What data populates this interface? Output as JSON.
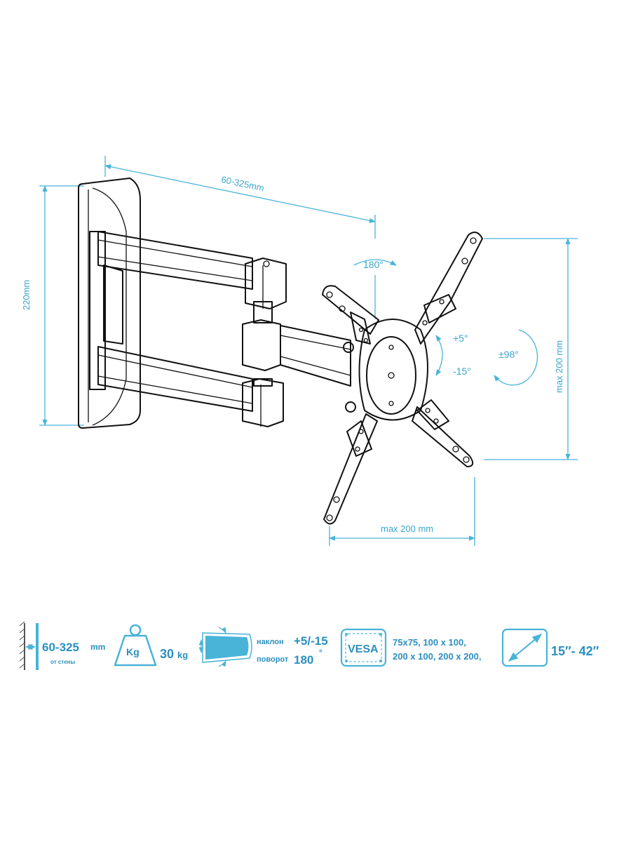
{
  "diagram": {
    "dimensions": {
      "arm_extension": "60-325mm",
      "height": "220mm",
      "swivel": "180°",
      "tilt_up": "+5°",
      "tilt_down": "-15°",
      "rotation": "±98°",
      "vesa_vertical": "max 200 mm",
      "vesa_horizontal": "max 200 mm"
    }
  },
  "specs": {
    "distance": {
      "value": "60-325",
      "unit": "mm",
      "caption": "от стены",
      "icon": "wall-distance-icon"
    },
    "weight": {
      "icon_label": "Kg",
      "value": "30",
      "unit": "kg",
      "icon": "weight-icon"
    },
    "motion": {
      "tilt_label": "наклон",
      "tilt_value": "+5/-15",
      "swivel_label": "поворот",
      "swivel_value": "180",
      "swivel_unit": "°",
      "icon": "tilt-swivel-icon"
    },
    "vesa": {
      "icon_label": "VESA",
      "line1": "75x75, 100 x 100,",
      "line2": "200 x 100, 200 x 200,",
      "icon": "vesa-icon"
    },
    "screen_size": {
      "value": "15″- 42″",
      "icon": "screen-diagonal-icon"
    }
  },
  "colors": {
    "accent": "#49b3d8",
    "spec_text": "#2b8fc0",
    "line_art": "#111111"
  }
}
